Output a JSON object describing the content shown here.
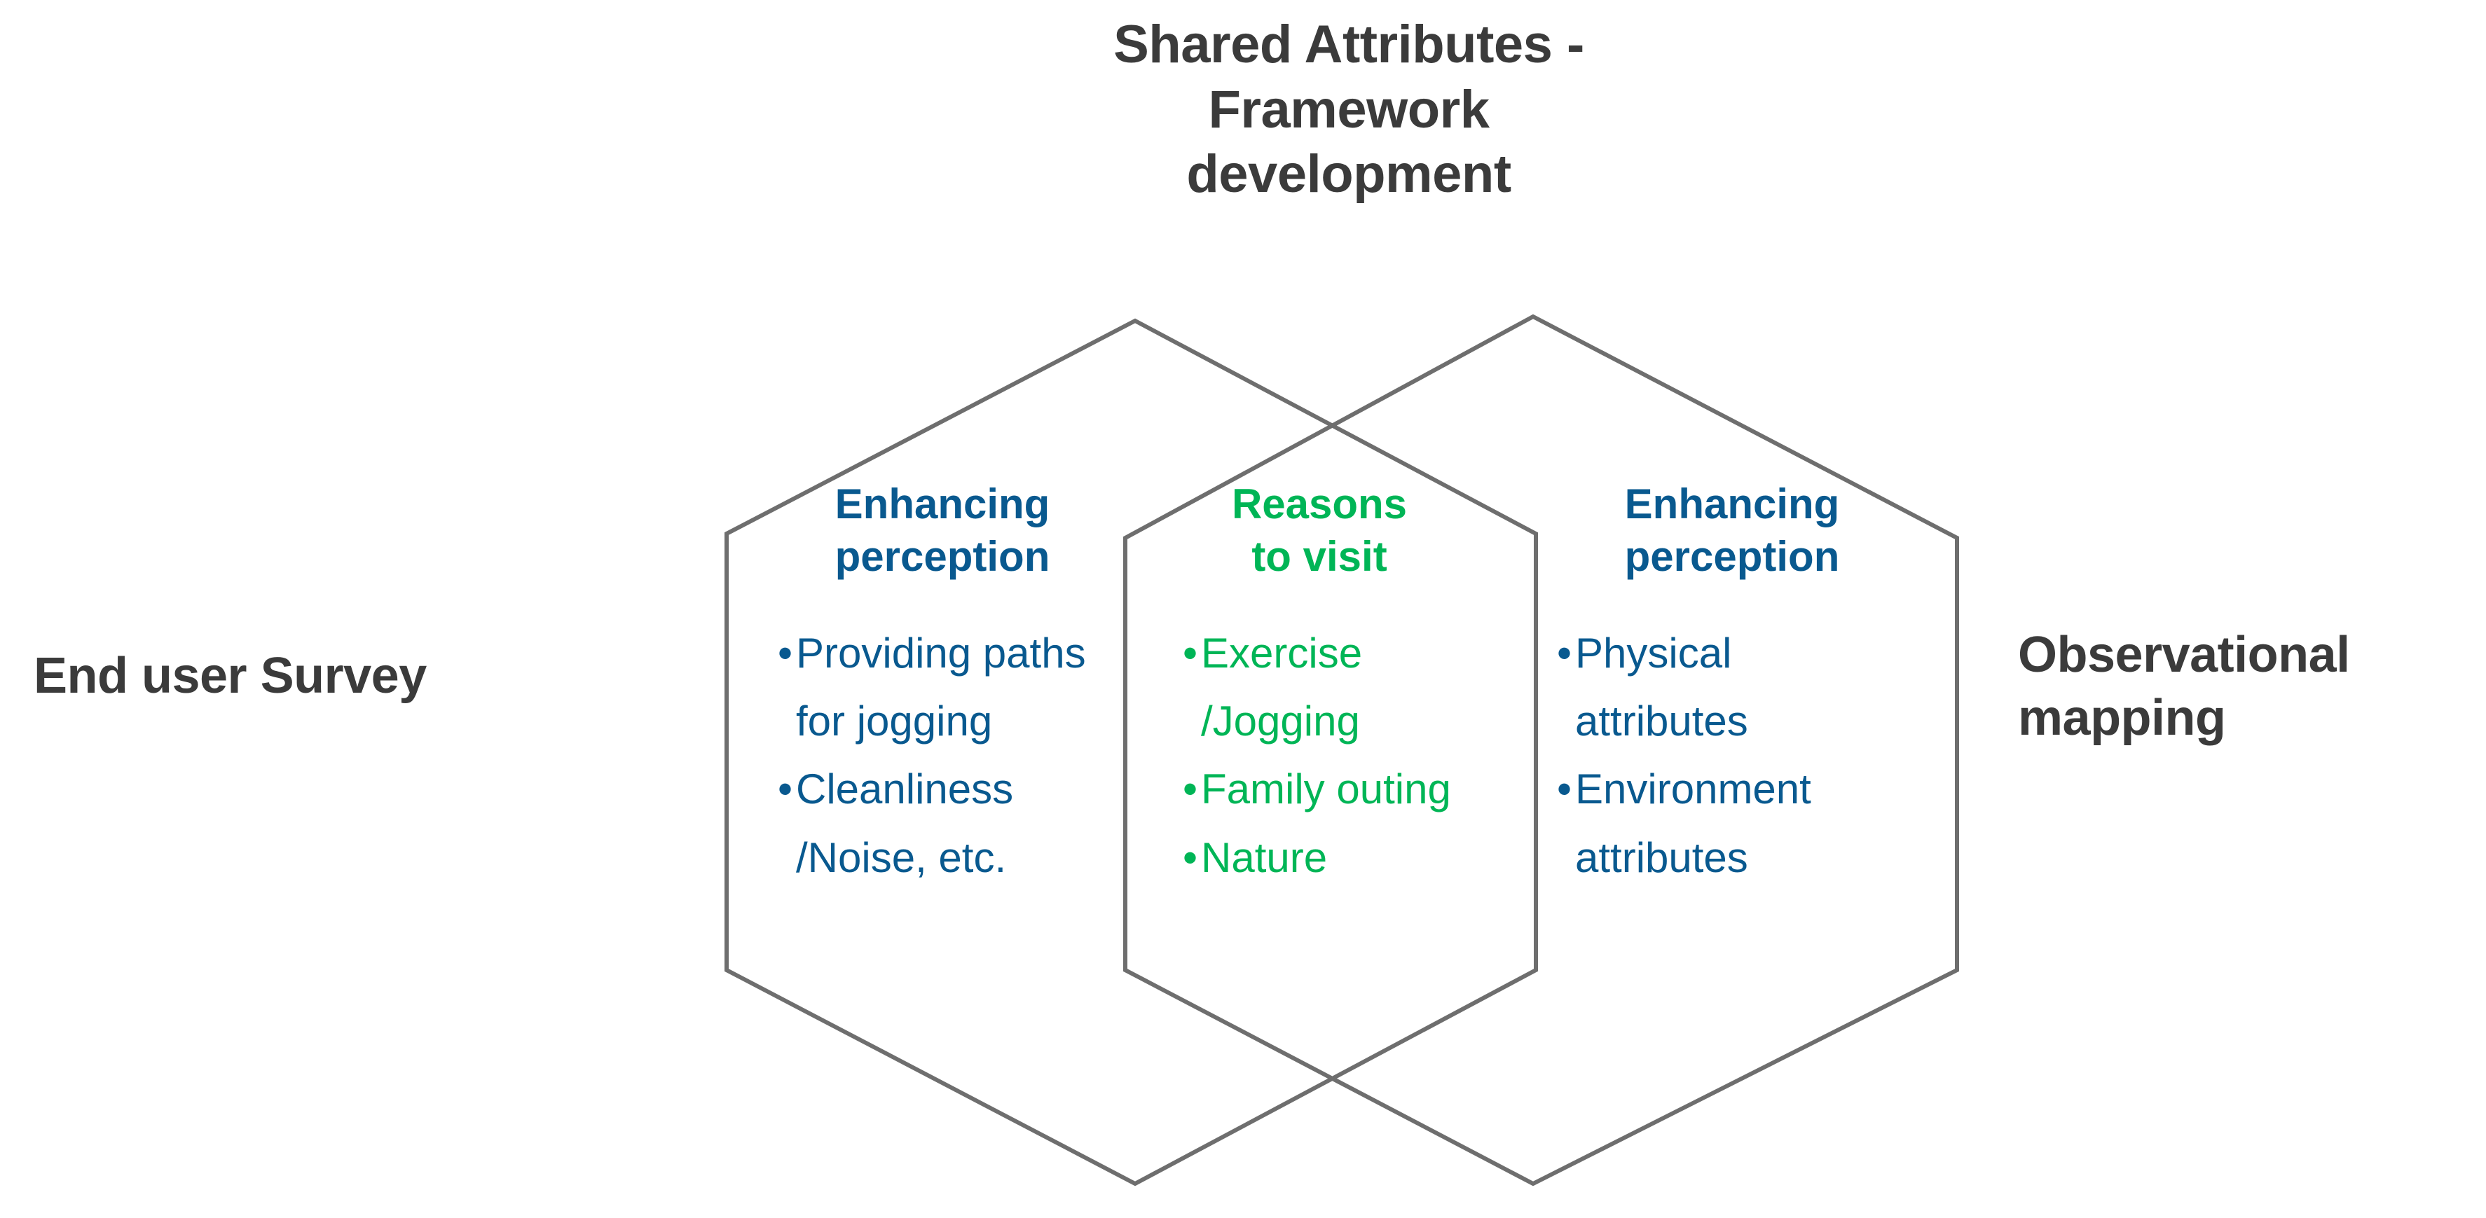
{
  "diagram": {
    "title": "Shared Attributes -\nFramework\ndevelopment",
    "outline_color": "#6e6e6e",
    "blue": "#09598f",
    "green": "#00b556",
    "title_color": "#3b3b3b",
    "background": "#ffffff"
  },
  "left_label": {
    "text": "End user Survey"
  },
  "right_label": {
    "text": "Observational\nmapping"
  },
  "sets": [
    {
      "id": "left",
      "heading": "Enhancing\nperception",
      "color": "#09598f",
      "bullets": [
        "Providing paths for jogging",
        "Cleanliness /Noise, etc."
      ]
    },
    {
      "id": "center",
      "heading": "Reasons\nto visit",
      "color": "#00b556",
      "bullets": [
        "Exercise /Jogging",
        "Family outing",
        "Nature"
      ]
    },
    {
      "id": "right",
      "heading": "Enhancing\nperception",
      "color": "#09598f",
      "bullets": [
        "Physical attributes",
        "Environment attributes"
      ]
    }
  ],
  "bullet_glyph": "•"
}
